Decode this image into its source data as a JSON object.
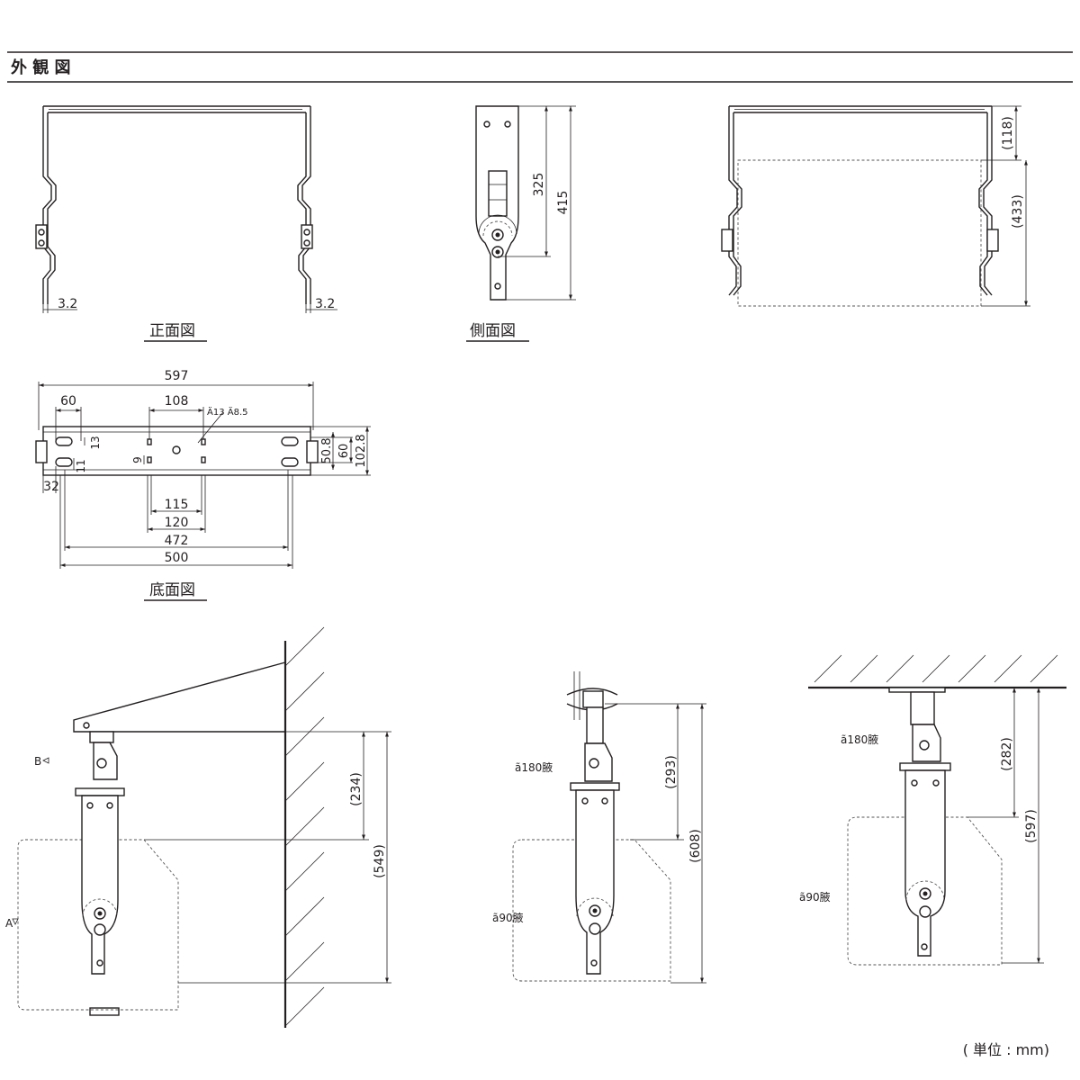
{
  "header": {
    "title": "外 観 図"
  },
  "views": {
    "front": "正面図",
    "side": "側面図",
    "bottom": "底面図"
  },
  "dims": {
    "front_thickness_left": "3.2",
    "front_thickness_right": "3.2",
    "side_325": "325",
    "side_415": "415",
    "right_118": "(118)",
    "right_433": "(433)",
    "bottom_597": "597",
    "bottom_60_top": "60",
    "bottom_108": "108",
    "bottom_holes": "Ä13 Ä8.5",
    "bottom_13": "13",
    "bottom_9": "9",
    "bottom_11": "11",
    "bottom_32": "32",
    "bottom_50_8": "50.8",
    "bottom_60_right": "60",
    "bottom_102_8": "102.8",
    "bottom_115": "115",
    "bottom_120": "120",
    "bottom_472": "472",
    "bottom_500": "500",
    "wall_234": "(234)",
    "wall_549": "(549)",
    "pipe_293": "(293)",
    "pipe_608": "(608)",
    "ceil_282": "(282)",
    "ceil_597": "(597)"
  },
  "labels": {
    "wall_b": "B",
    "wall_a": "A",
    "pipe_180": "ã180腋",
    "pipe_90": "ã90腋",
    "ceil_180": "ã180腋",
    "ceil_90": "ã90腋"
  },
  "unit": "( 単位 : mm)"
}
